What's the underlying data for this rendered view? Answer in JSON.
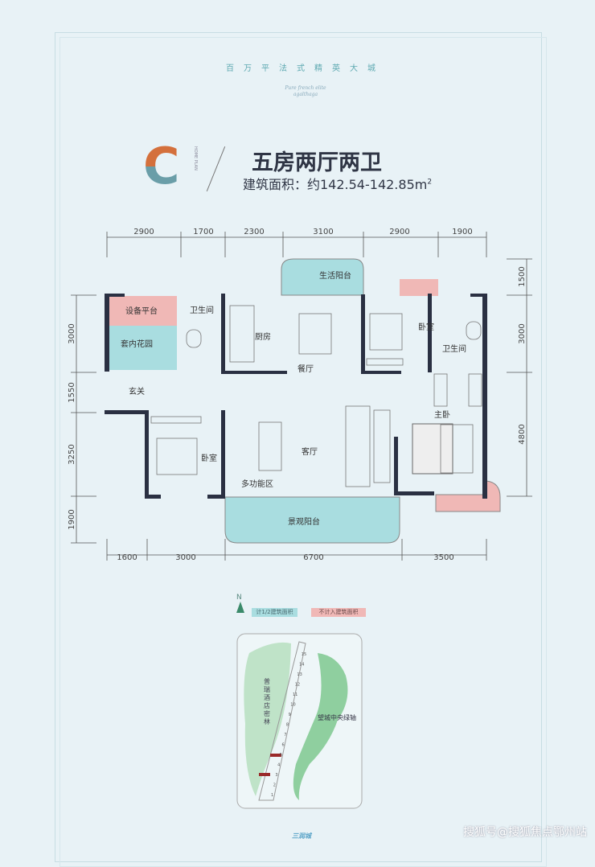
{
  "header": {
    "slogan": "百万平法式精英大城",
    "subtitle_line1": "Pure french elite",
    "subtitle_line2": "agalthaga",
    "type_letter": "C",
    "type_vertical": "HOME PLAN",
    "title": "五房两厅两卫",
    "area_label": "建筑面积：约142.54-142.85m",
    "area_sup": "2"
  },
  "dimensions": {
    "top": [
      "2900",
      "1700",
      "2300",
      "3100",
      "2900",
      "1900"
    ],
    "bottom": [
      "1600",
      "3000",
      "6700",
      "3500"
    ],
    "left": [
      "3000",
      "1550",
      "3250",
      "1900"
    ],
    "right": [
      "1500",
      "3000",
      "4800"
    ]
  },
  "rooms": {
    "equipment": "设备平台",
    "garden": "套内花园",
    "bath1": "卫生间",
    "kitchen": "厨房",
    "utility_balcony": "生活阳台",
    "dining": "餐厅",
    "bedroom_ne": "卧室",
    "bath2": "卫生间",
    "entry": "玄关",
    "master": "主卧",
    "living": "客厅",
    "multi": "多功能区",
    "bedroom_sw": "卧室",
    "view_balcony": "景观阳台"
  },
  "legend": {
    "north": "N",
    "half_area": "计1/2建筑面积",
    "excluded": "不计入建筑面积"
  },
  "site_plan": {
    "forest": "普瑞酒店密林",
    "green_axis": "望城中央绿轴",
    "buildings": [
      "1",
      "2",
      "3",
      "4",
      "5",
      "6",
      "7",
      "8",
      "9",
      "10",
      "11",
      "12",
      "13",
      "14",
      "15"
    ]
  },
  "brand": "三润城",
  "watermark": "搜狐号@搜狐焦点鄂州站",
  "colors": {
    "teal": "#a9dde0",
    "pink": "#f0b8b6",
    "wall": "#2a3042",
    "green": "#8fcf9f"
  }
}
